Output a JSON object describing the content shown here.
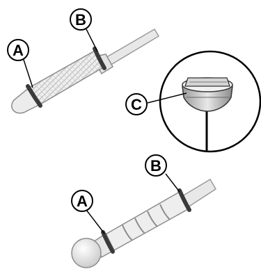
{
  "figure": {
    "upper_dipstick": {
      "label_min": "A",
      "label_max": "B"
    },
    "detail_circle": {
      "label_cap": "C"
    },
    "lower_dipstick": {
      "label_min": "A",
      "label_max": "B"
    }
  },
  "colors": {
    "line": "#000000",
    "shaft": "#e6e6e6",
    "ring": "#3a3a3a"
  }
}
